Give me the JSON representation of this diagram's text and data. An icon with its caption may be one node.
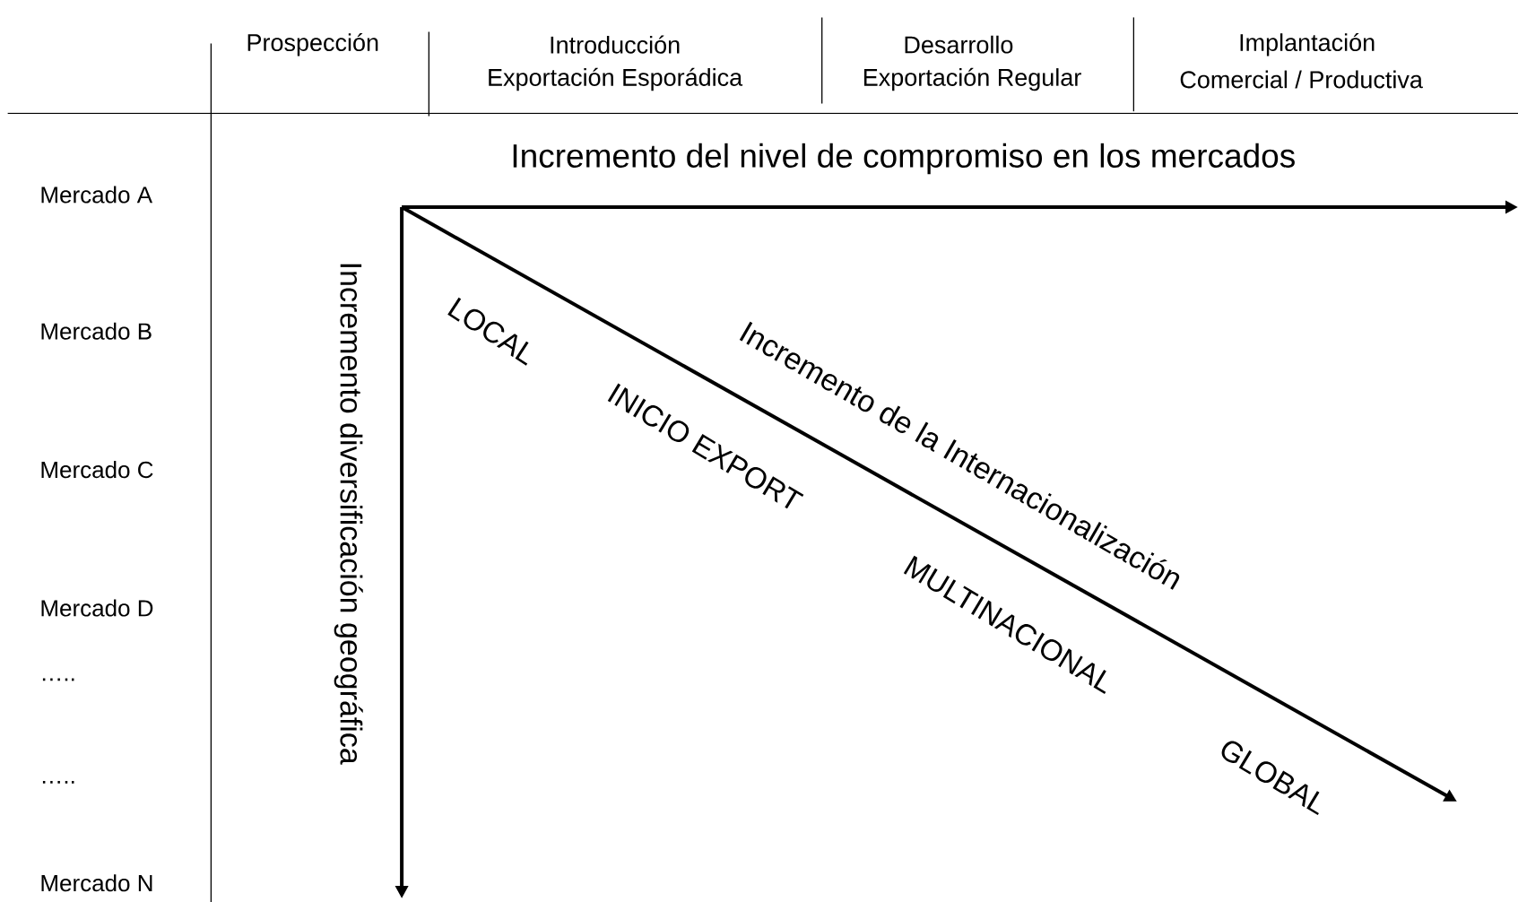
{
  "diagram": {
    "labels": [
      "Prospección",
      "Introducción",
      "Exportación  Esporádica",
      "Desarrollo",
      "Exportación Regular",
      "Implantación",
      "Comercial / Productiva",
      "Mercado A",
      "Mercado B",
      "Mercado C",
      "Mercado D",
      "…..",
      "…..",
      "Mercado N",
      "Incremento del  nivel de compromiso en los mercados",
      "Incremento diversificación geográfica",
      "LOCAL",
      "Incremento de la Internacionalización",
      "INICIO EXPORT",
      "MULTINACIONAL",
      "GLOBAL"
    ]
  }
}
